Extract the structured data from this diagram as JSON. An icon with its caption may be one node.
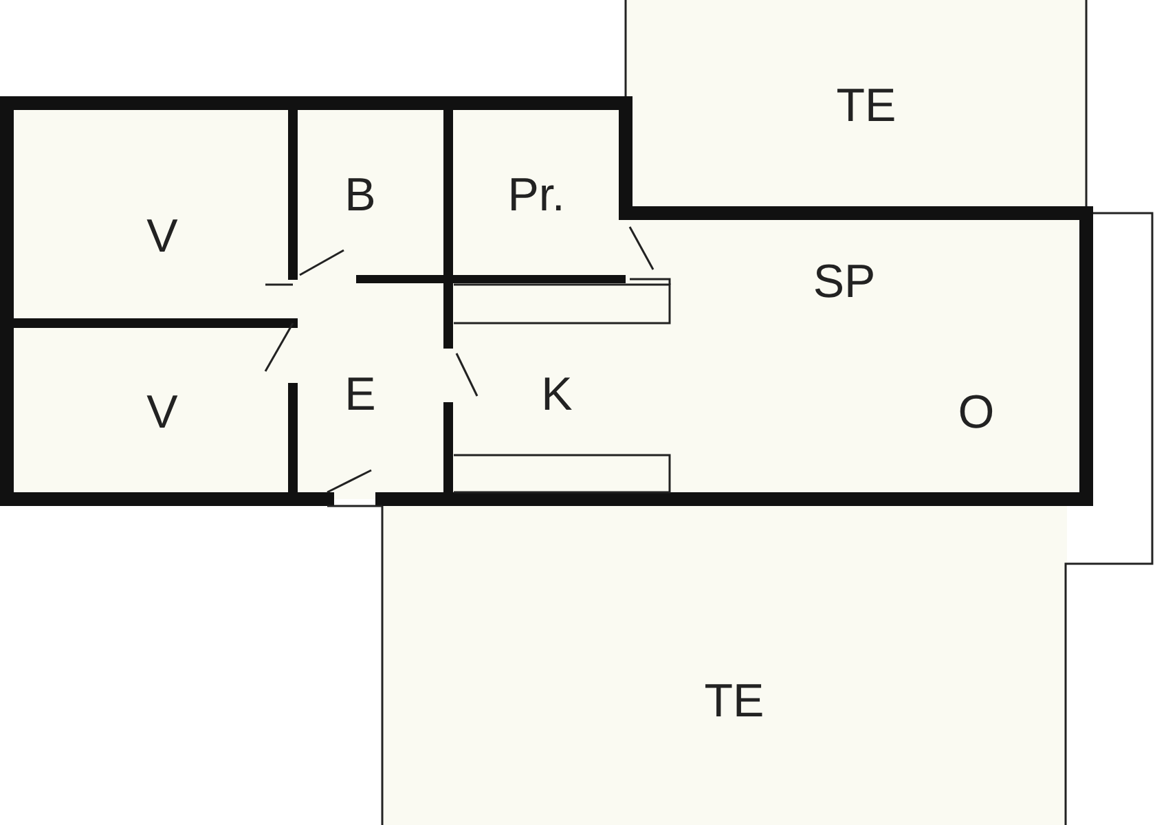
{
  "diagram": {
    "nodes": [
      {
        "text": [
          "V"
        ]
      },
      {
        "text": [
          "B"
        ]
      },
      {
        "text": [
          "Pr."
        ]
      },
      {
        "text": [
          "TE"
        ]
      },
      {
        "text": [
          "SP",
          "K",
          "O"
        ]
      },
      {
        "text": [
          "V"
        ]
      },
      {
        "text": [
          "E"
        ]
      },
      {
        "text": [
          "TE"
        ]
      }
    ]
  }
}
